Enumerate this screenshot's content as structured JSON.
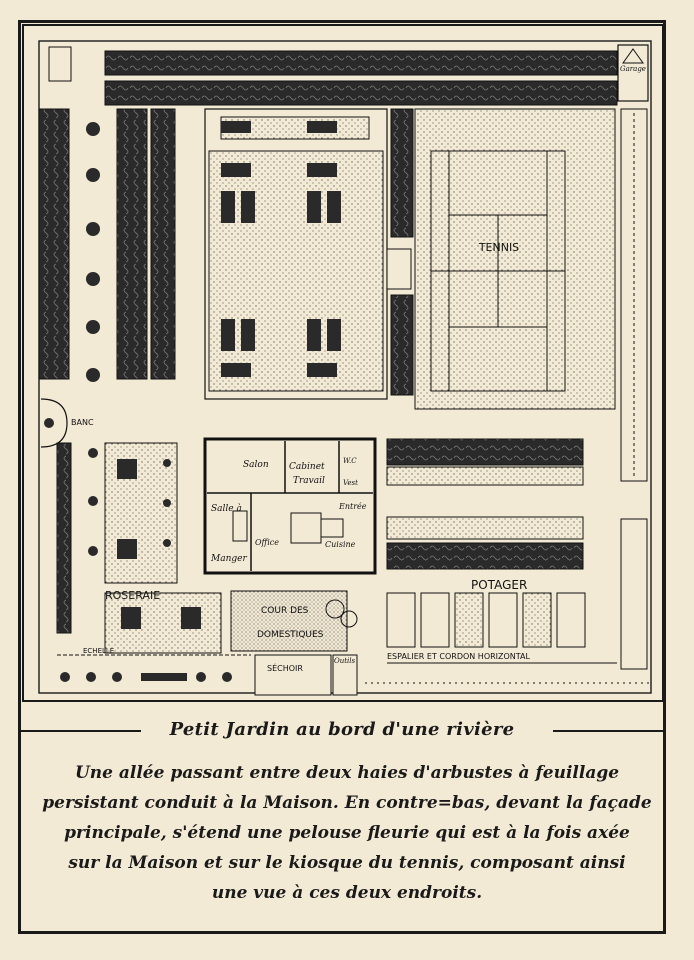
{
  "labels": {
    "garage": "Garage",
    "tennis": "TENNIS",
    "banc": "BANC",
    "salon": "Salon",
    "cabinet": "Cabinet",
    "travail": "Travail",
    "wc": "W.C",
    "vestibule": "Vest",
    "entree": "Entrée",
    "salle": "Salle à",
    "manger": "Manger",
    "office": "Office",
    "cuisine": "Cuisine",
    "roseraie": "ROSERAIE",
    "potager": "POTAGER",
    "cour": "COUR DES",
    "domestiques": "DOMESTIQUES",
    "sechoir": "SÉCHOIR",
    "outils": "Outils",
    "echelle": "ECHELLE",
    "espalier": "ESPALIER ET CORDON HORIZONTAL"
  },
  "caption": {
    "title": "Petit Jardin au bord d'une rivière",
    "lines": [
      "Une allée passant entre deux haies d'arbustes à feuillage",
      "persistant conduit à la Maison. En contre=bas, devant la façade",
      "principale, s'étend une pelouse fleurie qui est à la fois axée",
      "sur la Maison et sur le kiosque du tennis, composant ainsi",
      "une vue à ces deux endroits."
    ]
  },
  "colors": {
    "paper": "#f3ead6",
    "ink": "#1a1a1a",
    "hedge": "#2a2a2a",
    "stipple": "#6b6459"
  }
}
